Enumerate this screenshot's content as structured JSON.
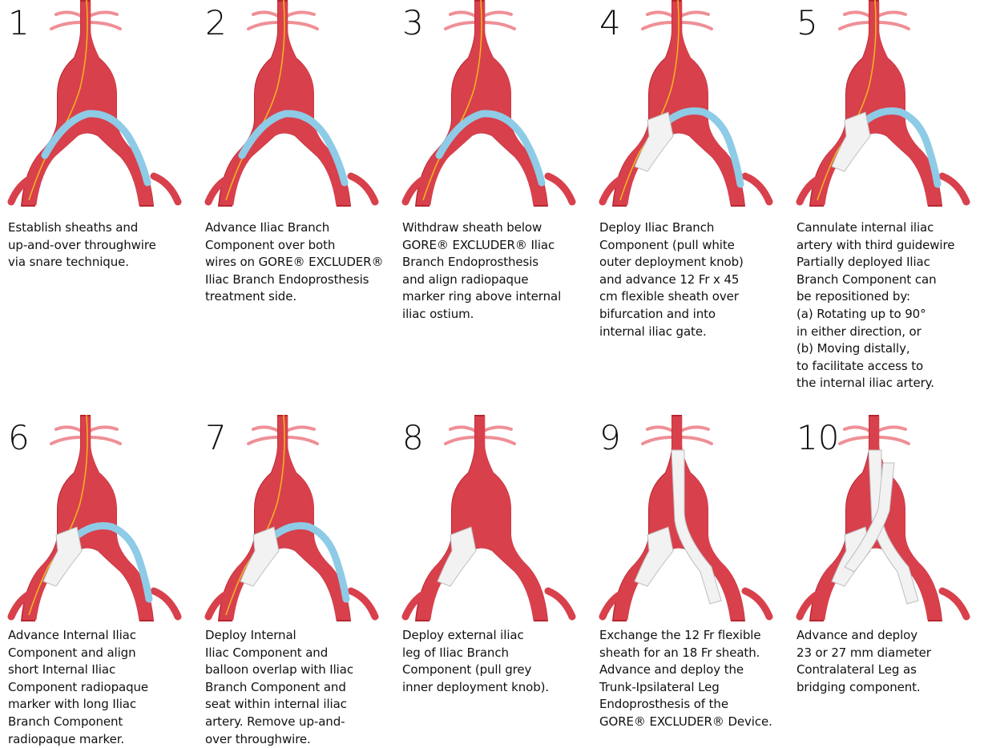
{
  "colors": {
    "vessel": "#d8404c",
    "vessel_dark": "#b5242f",
    "vessel_light": "#ef8f96",
    "sheath": "#8ecbe6",
    "wire": "#f2b021",
    "graft": "#f2f2f2"
  },
  "steps": [
    {
      "number": "1",
      "caption": "Establish sheaths and\nup-and-over throughwire\nvia snare technique."
    },
    {
      "number": "2",
      "caption": "Advance Iliac Branch\nComponent over both\nwires on GORE® EXCLUDER®\nIliac Branch Endoprosthesis\ntreatment side."
    },
    {
      "number": "3",
      "caption": "Withdraw sheath below\nGORE® EXCLUDER® Iliac\nBranch Endoprosthesis\nand align radiopaque\nmarker ring above internal\niliac ostium."
    },
    {
      "number": "4",
      "caption": "Deploy Iliac Branch\nComponent (pull white\nouter deployment knob)\nand advance 12 Fr x 45\ncm flexible sheath over\nbifurcation and into\ninternal iliac gate."
    },
    {
      "number": "5",
      "caption": "Cannulate internal iliac\nartery with third guidewire\nPartially deployed Iliac\nBranch Component can\nbe repositioned by:\n(a) Rotating up to 90°\n in either direction, or\n(b) Moving distally,\n to facilitate access to\n the internal iliac artery."
    },
    {
      "number": "6",
      "caption": "Advance Internal Iliac\nComponent and align\nshort Internal Iliac\nComponent radiopaque\nmarker with long Iliac\nBranch Component\nradiopaque marker."
    },
    {
      "number": "7",
      "caption": "Deploy Internal\nIliac Component and\nballoon overlap with Iliac\nBranch Component and\nseat within internal iliac\nartery. Remove up-and-\nover throughwire."
    },
    {
      "number": "8",
      "caption": "Deploy external iliac\nleg of Iliac Branch\nComponent (pull grey\ninner deployment knob)."
    },
    {
      "number": "9",
      "caption": "Exchange the 12 Fr flexible\nsheath for an 18 Fr sheath.\nAdvance and deploy the\nTrunk-Ipsilateral Leg\nEndoprosthesis of the\nGORE® EXCLUDER® Device."
    },
    {
      "number": "10",
      "caption": "Advance and deploy\n23 or 27 mm diameter\nContralateral Leg as\nbridging component."
    }
  ]
}
